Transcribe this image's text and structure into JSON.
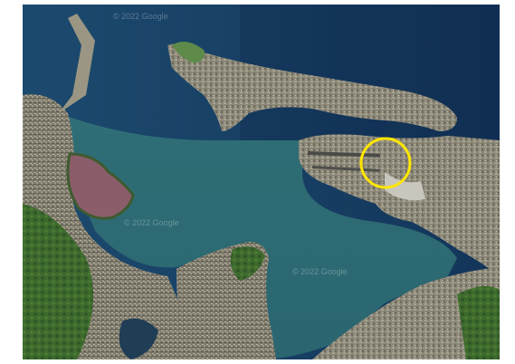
{
  "map": {
    "watermarks": [
      "© 2022 Google",
      "© 2022 Google",
      "© 2022 Google"
    ],
    "highlight": {
      "shape": "circle",
      "color": "#ffe600"
    },
    "colors": {
      "ocean": "#1b3f63",
      "bay": "#2f6f73",
      "urban": "#8f8a7a",
      "vegetation": "#3f6b2f",
      "lagoon": "#8a5c6a"
    }
  }
}
